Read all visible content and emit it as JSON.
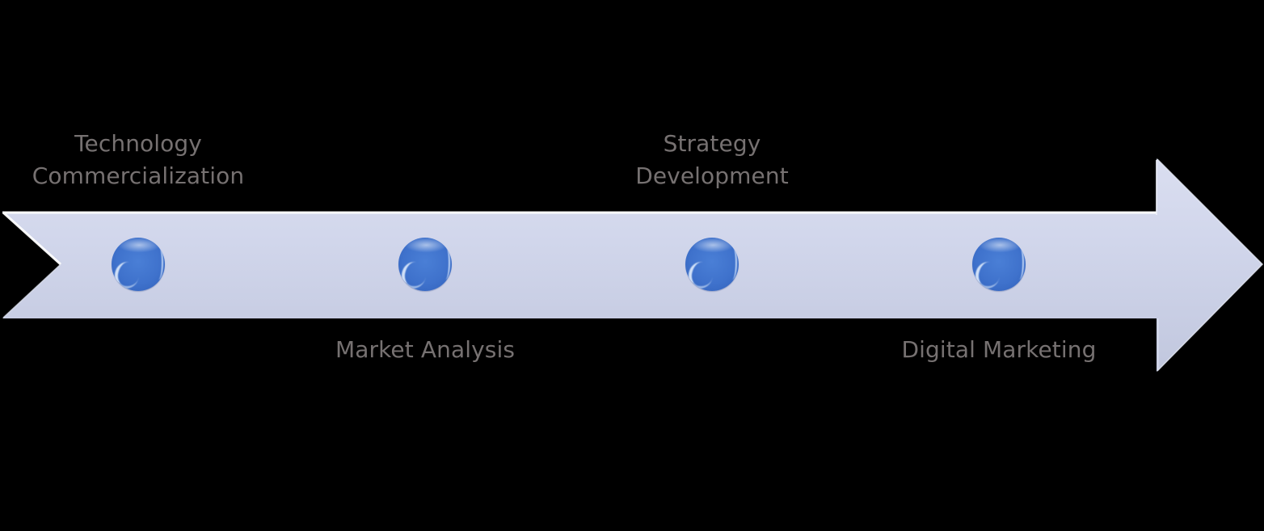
{
  "diagram": {
    "type": "timeline-arrow",
    "background_color": "#000000",
    "arrow": {
      "fill_top": "#d8dcef",
      "fill_bottom": "#c3c9e0",
      "edge_highlight": "#ffffff",
      "direction": "right"
    },
    "dot_color": "#3f72cc",
    "label_color": "#767171",
    "milestones": [
      {
        "position": "above",
        "lines": [
          "Technology",
          "Commercialization"
        ]
      },
      {
        "position": "below",
        "lines": [
          "Market Analysis"
        ]
      },
      {
        "position": "above",
        "lines": [
          "Strategy",
          "Development"
        ]
      },
      {
        "position": "below",
        "lines": [
          "Digital Marketing"
        ]
      }
    ]
  }
}
